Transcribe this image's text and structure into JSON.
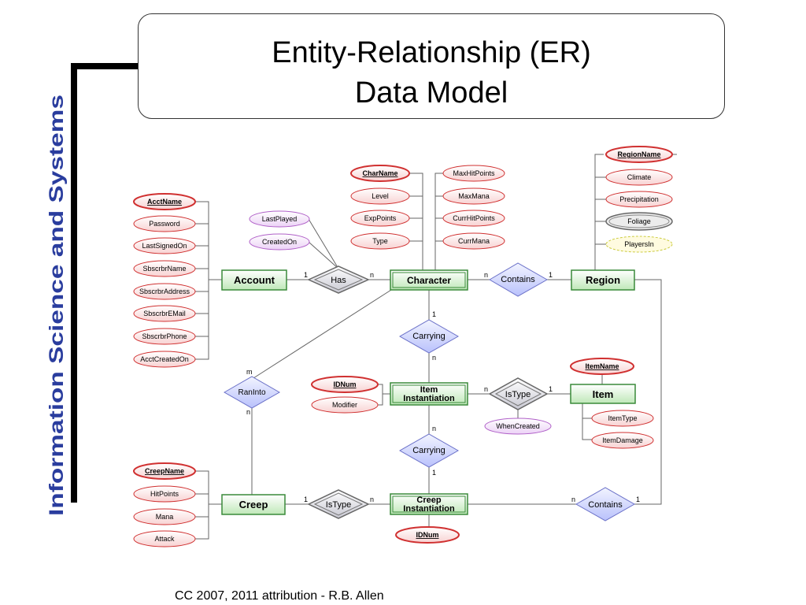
{
  "slide": {
    "title_line1": "Entity-Relationship (ER)",
    "title_line2": "Data Model",
    "side_label": "Information Science and Systems",
    "footer": "CC 2007, 2011 attribution - R.B. Allen"
  },
  "entities": {
    "account": "Account",
    "character": "Character",
    "region": "Region",
    "item_inst_1": "Item",
    "item_inst_2": "Instantiation",
    "item": "Item",
    "creep": "Creep",
    "creep_inst_1": "Creep",
    "creep_inst_2": "Instantiation"
  },
  "relationships": {
    "has": "Has",
    "contains_region": "Contains",
    "carrying_top": "Carrying",
    "ran_into": "RanInto",
    "is_type_item": "IsType",
    "carrying_bottom": "Carrying",
    "is_type_creep": "IsType",
    "contains_creep": "Contains"
  },
  "attributes": {
    "account": [
      "AcctName",
      "Password",
      "LastSignedOn",
      "SbscrbrName",
      "SbscrbrAddress",
      "SbscrbrEMail",
      "SbscrbrPhone",
      "AcctCreatedOn"
    ],
    "has": [
      "LastPlayed",
      "CreatedOn"
    ],
    "character_left": [
      "CharName",
      "Level",
      "ExpPoints",
      "Type"
    ],
    "character_right": [
      "MaxHitPoints",
      "MaxMana",
      "CurrHitPoints",
      "CurrMana"
    ],
    "region": [
      "RegionName",
      "Climate",
      "Precipitation",
      "Foliage",
      "PlayersIn"
    ],
    "item_instantiation": [
      "IDNum",
      "Modifier"
    ],
    "is_type": [
      "WhenCreated"
    ],
    "item": [
      "ItemName",
      "ItemType",
      "ItemDamage"
    ],
    "creep": [
      "CreepName",
      "HitPoints",
      "Mana",
      "Attack"
    ],
    "creep_instantiation": [
      "IDNum"
    ]
  },
  "cardinality": {
    "account_has": "1",
    "has_character": "n",
    "character_contains": "n",
    "contains_region": "1",
    "character_carrying": "1",
    "carrying_iteminst": "n",
    "raninto_top": "m",
    "raninto_bottom": "n",
    "iteminst_istype": "n",
    "istype_item": "1",
    "iteminst_carrying": "n",
    "carrying_creepinst": "1",
    "creep_istype": "1",
    "istype_creepinst": "n",
    "creepinst_contains": "n",
    "contains_region2": "1"
  },
  "colors": {
    "entity_fill": "#d9f2d4",
    "entity_border": "#3a8a3a",
    "relationship_fill": "#d6dcff",
    "relationship_border": "#6a70c8",
    "attribute_fill": "#fde6e6",
    "attribute_border": "#d03030",
    "has_attr_fill": "#f4e6fb",
    "has_attr_border": "#b060c8",
    "derived_fill": "#fffbe0",
    "derived_border": "#cccc40",
    "side_label": "#2a3d9e"
  }
}
